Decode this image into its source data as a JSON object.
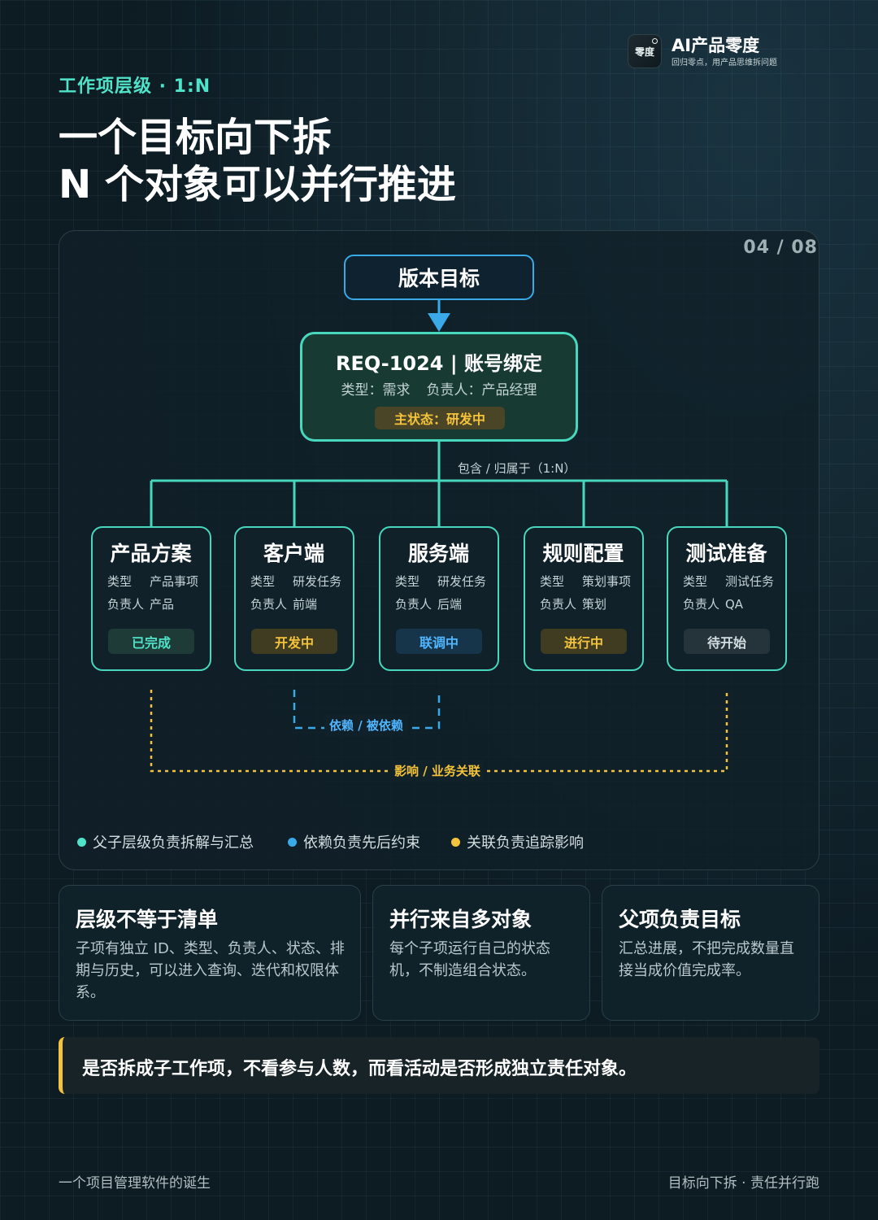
{
  "brand": {
    "logo_text": "零度",
    "name": "AI产品零度",
    "tagline": "回归零点，用产品思维拆问题"
  },
  "header": {
    "eyebrow": "工作项层级 · 1:N",
    "title_line1": "一个目标向下拆",
    "title_line2": "N 个对象可以并行推进"
  },
  "page_indicator": "04 / 08",
  "diagram": {
    "goal": "版本目标",
    "requirement": {
      "title": "REQ-1024 | 账号绑定",
      "type_label": "类型：需求",
      "owner_label": "负责人：产品经理",
      "status": "主状态：研发中"
    },
    "relation_label": "包含 / 归属于（1:N）",
    "children": [
      {
        "title": "产品方案",
        "type_key": "类型",
        "type_value": "产品事项",
        "owner_key": "负责人",
        "owner_value": "产品",
        "status": "已完成"
      },
      {
        "title": "客户端",
        "type_key": "类型",
        "type_value": "研发任务",
        "owner_key": "负责人",
        "owner_value": "前端",
        "status": "开发中"
      },
      {
        "title": "服务端",
        "type_key": "类型",
        "type_value": "研发任务",
        "owner_key": "负责人",
        "owner_value": "后端",
        "status": "联调中"
      },
      {
        "title": "规则配置",
        "type_key": "类型",
        "type_value": "策划事项",
        "owner_key": "负责人",
        "owner_value": "策划",
        "status": "进行中"
      },
      {
        "title": "测试准备",
        "type_key": "类型",
        "type_value": "测试任务",
        "owner_key": "负责人",
        "owner_value": "QA",
        "status": "待开始"
      }
    ],
    "dependency_label": "依赖 / 被依赖",
    "impact_label": "影响 / 业务关联",
    "legend": [
      {
        "text": "父子层级负责拆解与汇总",
        "color": "#4fe3c9"
      },
      {
        "text": "依赖负责先后约束",
        "color": "#3aa9e8"
      },
      {
        "text": "关联负责追踪影响",
        "color": "#f5c33b"
      }
    ]
  },
  "cards": [
    {
      "title": "层级不等于清单",
      "body": "子项有独立 ID、类型、负责人、状态、排期与历史，可以进入查询、迭代和权限体系。"
    },
    {
      "title": "并行来自多对象",
      "body": "每个子项运行自己的状态机，不制造组合状态。"
    },
    {
      "title": "父项负责目标",
      "body": "汇总进展，不把完成数量直接当成价值完成率。"
    }
  ],
  "quote": "是否拆成子工作项，不看参与人数，而看活动是否形成独立责任对象。",
  "footer": {
    "left": "一个项目管理软件的诞生",
    "right": "目标向下拆 · 责任并行跑"
  }
}
